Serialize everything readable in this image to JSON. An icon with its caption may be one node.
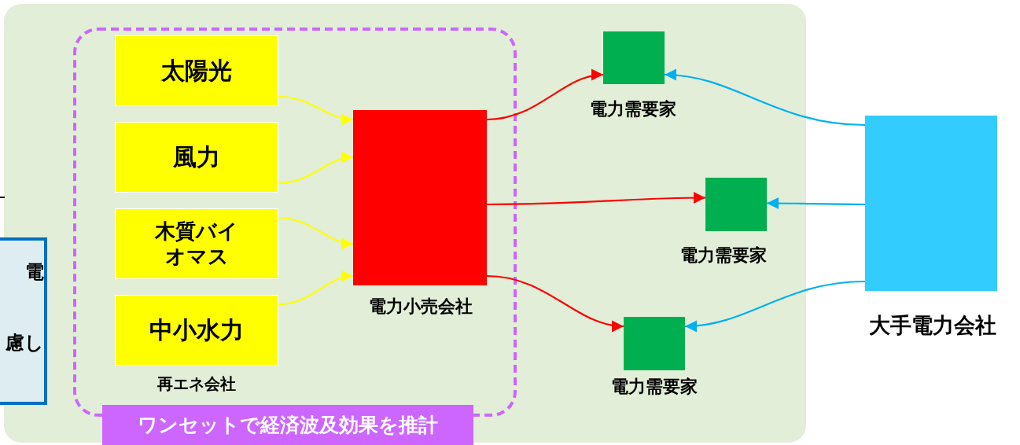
{
  "diagram": {
    "nodes": [
      {
        "text": [
          "再エネ会社"
        ]
      },
      {
        "text": [
          "太陽光"
        ],
        "in": 0
      },
      {
        "text": [
          "風力"
        ],
        "in": 0
      },
      {
        "text": [
          "木質バイオマス"
        ],
        "in": 0
      },
      {
        "text": [
          "中小水力"
        ],
        "in": 0
      },
      {
        "text": [
          "電力小売会社"
        ],
        "in": 0
      },
      {
        "text": [
          "電力需要家"
        ]
      },
      {
        "text": [
          "電力需要家"
        ]
      },
      {
        "text": [
          "電力需要家"
        ]
      },
      {
        "text": [
          "大手電力会社"
        ]
      },
      {
        "text": [
          "ワンセットで経済波及効果を推計"
        ]
      },
      {
        "text": [
          "電",
          "慮し"
        ]
      }
    ],
    "edges": [
      {
        "from": 1,
        "to": 5,
        "arrow": "to"
      },
      {
        "from": 2,
        "to": 5,
        "arrow": "to"
      },
      {
        "from": 3,
        "to": 5,
        "arrow": "to"
      },
      {
        "from": 4,
        "to": 5,
        "arrow": "to"
      },
      {
        "from": 5,
        "to": 6,
        "arrow": "to",
        "color": "#ff0000"
      },
      {
        "from": 5,
        "to": 7,
        "arrow": "to",
        "color": "#ff0000"
      },
      {
        "from": 5,
        "to": 8,
        "arrow": "to",
        "color": "#ff0000"
      },
      {
        "from": 9,
        "to": 6,
        "arrow": "to",
        "color": "#00b0f0"
      },
      {
        "from": 9,
        "to": 7,
        "arrow": "to",
        "color": "#00b0f0"
      },
      {
        "from": 9,
        "to": 8,
        "arrow": "to",
        "color": "#00b0f0"
      }
    ]
  }
}
